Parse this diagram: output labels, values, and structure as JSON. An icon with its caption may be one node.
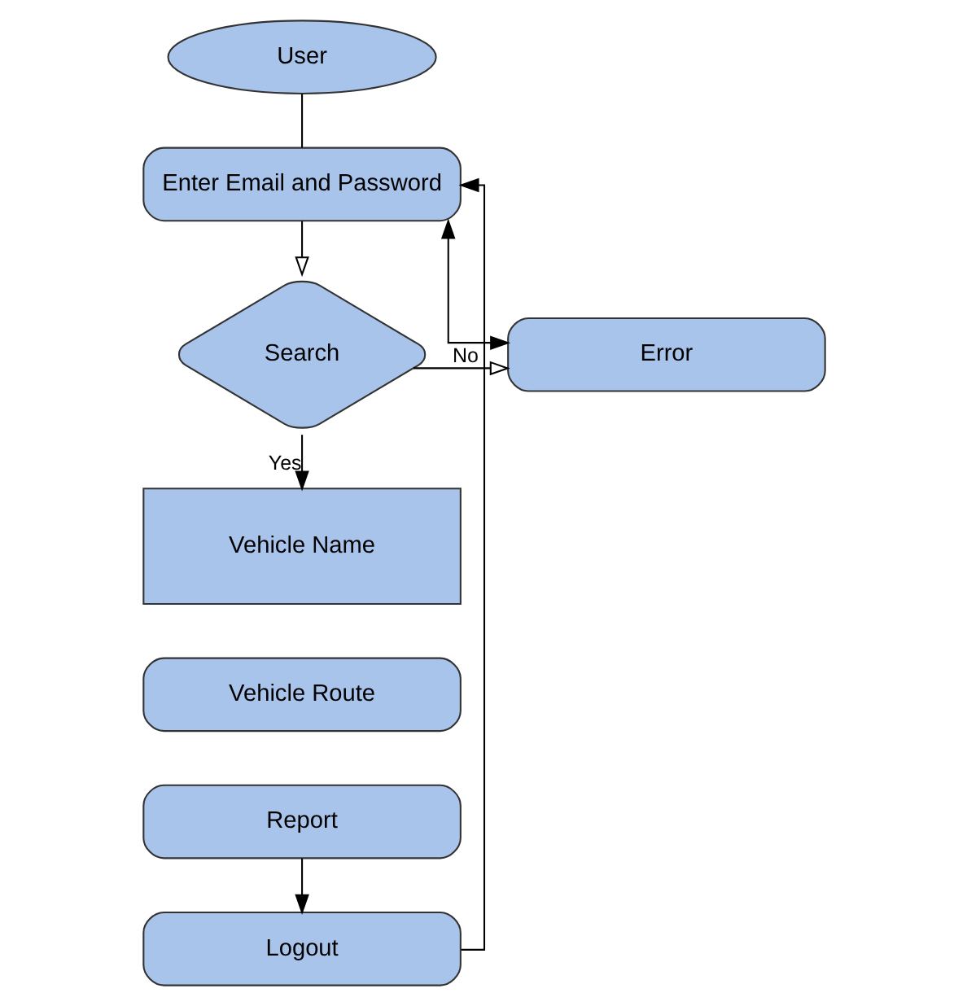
{
  "diagram": {
    "nodes": [
      {
        "text": [
          "User"
        ]
      },
      {
        "text": [
          "Enter Email and Password"
        ]
      },
      {
        "text": [
          "Search"
        ]
      },
      {
        "text": [
          "Error"
        ]
      },
      {
        "text": [
          "Vehicle Name"
        ]
      },
      {
        "text": [
          "Vehicle Route"
        ]
      },
      {
        "text": [
          "Report"
        ]
      },
      {
        "text": [
          "Logout"
        ]
      }
    ],
    "edges": [
      {
        "from": 0,
        "to": 1,
        "arrow": "none"
      },
      {
        "from": 1,
        "to": 2,
        "arrow": "to"
      },
      {
        "from": 2,
        "to": 3,
        "arrow": "to",
        "label": "No"
      },
      {
        "from": 3,
        "to": 1,
        "arrow": "both"
      },
      {
        "from": 2,
        "to": 4,
        "arrow": "to",
        "label": "Yes"
      },
      {
        "from": 6,
        "to": 7,
        "arrow": "to"
      },
      {
        "from": 7,
        "to": 1,
        "arrow": "to"
      }
    ]
  }
}
